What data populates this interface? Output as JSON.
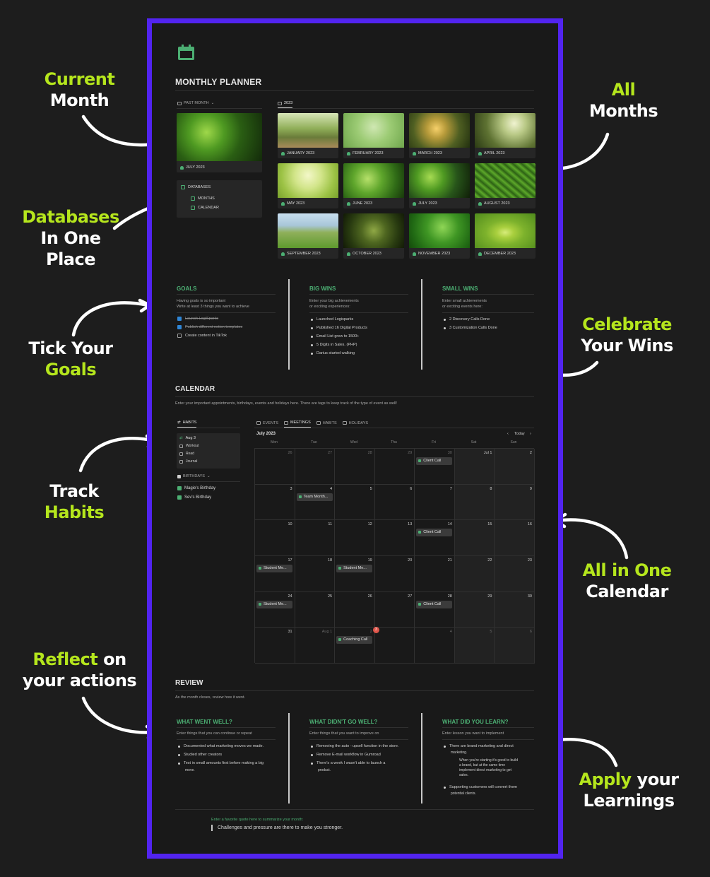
{
  "annotations": {
    "current_month": [
      "Current",
      "Month"
    ],
    "databases": [
      "Databases",
      "In One Place"
    ],
    "tick_goals": [
      "Tick Your",
      "Goals"
    ],
    "track_habits": [
      "Track",
      "Habits"
    ],
    "reflect": [
      "Reflect",
      " on",
      "your actions"
    ],
    "all_months": [
      "All",
      "Months"
    ],
    "celebrate": [
      "Celebrate",
      "Your Wins"
    ],
    "calendar": [
      "All in One",
      "Calendar"
    ],
    "apply": [
      "Apply",
      " your",
      "Learnings"
    ]
  },
  "planner": {
    "title": "MONTHLY PLANNER",
    "past_month_tab": "PAST MONTH",
    "year_tab": "2023",
    "current_month": "JULY 2023",
    "databases": {
      "title": "DATABASES",
      "items": [
        "MONTHS",
        "CALENDAR"
      ]
    },
    "months": [
      "JANUARY 2023",
      "FEBRUARY 2023",
      "MARCH 2023",
      "APRIL 2023",
      "MAY 2023",
      "JUNE 2023",
      "JULY 2023",
      "AUGUST 2023",
      "SEPTEMBER 2023",
      "OCTOBER 2023",
      "NOVEMBER 2023",
      "DECEMBER 2023"
    ]
  },
  "goals": {
    "title": "GOALS",
    "desc": [
      "Having goals is so important",
      "Write at least 3 things you want to achieve"
    ],
    "items": [
      {
        "text": "Launch LogiSparks",
        "done": true
      },
      {
        "text": "Publish different notion templates",
        "done": true
      },
      {
        "text": "Create content in TikTok",
        "done": false
      }
    ]
  },
  "big_wins": {
    "title": "BIG WINS",
    "desc": [
      "Enter your big achievements",
      "or exciting experiences:"
    ],
    "items": [
      "Launched Logisparks",
      "Published 16 Digital Products",
      "Email List grew to 1500+",
      "5 Digits in Sales. (PHP)",
      "Darius started walking"
    ]
  },
  "small_wins": {
    "title": "SMALL WINS",
    "desc": [
      "Enter small achievements",
      "or exciting events here:"
    ],
    "items": [
      "2 Discovery Calls Done",
      "3 Customization Calls Done"
    ]
  },
  "calendar": {
    "title": "CALENDAR",
    "desc": "Enter your important appointments, birthdays, events and holidays here. There are tags to keep track of the type of event as well!",
    "habits_tab": "HABITS",
    "habit_date": "Aug 3",
    "habits": [
      "Workout",
      "Read",
      "Journal"
    ],
    "birthdays_title": "BIRTHDAYS",
    "birthdays": [
      "Magie's Birthday",
      "Sev's Birthday"
    ],
    "tabs": [
      "EVENTS",
      "MEETINGS",
      "HABITS",
      "HOLIDAYS"
    ],
    "month_label": "July 2023",
    "today_label": "Today",
    "weekdays": [
      "Mon",
      "Tue",
      "Wed",
      "Thu",
      "Fri",
      "Sat",
      "Sun"
    ],
    "days": [
      [
        "26",
        "27",
        "28",
        "29",
        "30",
        "Jul 1",
        "2"
      ],
      [
        "3",
        "4",
        "5",
        "6",
        "7",
        "8",
        "9"
      ],
      [
        "10",
        "11",
        "12",
        "13",
        "14",
        "15",
        "16"
      ],
      [
        "17",
        "18",
        "19",
        "20",
        "21",
        "22",
        "23"
      ],
      [
        "24",
        "25",
        "26",
        "27",
        "28",
        "29",
        "30"
      ],
      [
        "31",
        "Aug 1",
        "2",
        "3",
        "4",
        "5",
        "6"
      ]
    ],
    "events": {
      "client_call": "Client Call",
      "team_month": "Team Month...",
      "student_me": "Student Me...",
      "coaching_call": "Coaching Call"
    }
  },
  "review": {
    "title": "REVIEW",
    "desc": "As the month closes, review how it went.",
    "well": {
      "title": "WHAT WENT WELL?",
      "desc": "Enter things that you can continue or repeat",
      "items": [
        "Documented what marketing moves we made.",
        "Studied other creators",
        "Test in small amounts first before making a big",
        "move."
      ]
    },
    "not_well": {
      "title": "WHAT DIDN'T GO WELL?",
      "desc": "Enter things that you want to improve on",
      "items": [
        "Removing the auto - upsell function in the store.",
        "Remove E-mail workflow in Gumroad",
        "There's a week I wasn't able to launch a",
        "product."
      ]
    },
    "learn": {
      "title": "WHAT DID YOU LEARN?",
      "desc": "Enter lesson you want to implement",
      "items": [
        "There are brand marketing and direct",
        "marketing.",
        "When you're starting it's good to build",
        "a brand, but at the same time",
        "implement direct marketing to get",
        "sales.",
        "Supporting customers will convert them",
        "potential clients."
      ]
    },
    "quote_label": "Enter a favorite quote here to summarize your month:",
    "quote": "Challenges and pressure are there to make you stronger."
  },
  "colors": {
    "frame": "#5224f0",
    "accent_green": "#4caf73",
    "annotation_green": "#b5e61d",
    "background": "#1d1d1d"
  }
}
